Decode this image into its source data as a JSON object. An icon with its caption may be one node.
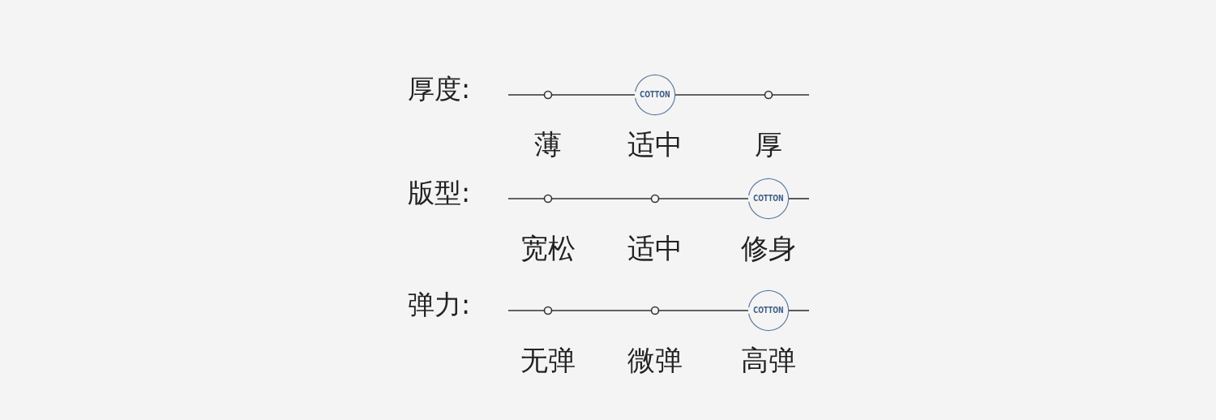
{
  "diagram": {
    "labels": [
      "厚度:",
      "COTTON",
      "薄",
      "适中",
      "厚",
      "版型:",
      "COTTON",
      "宽松",
      "适中",
      "修身",
      "弹力:",
      "COTTON",
      "无弹",
      "微弹",
      "高弹"
    ]
  }
}
